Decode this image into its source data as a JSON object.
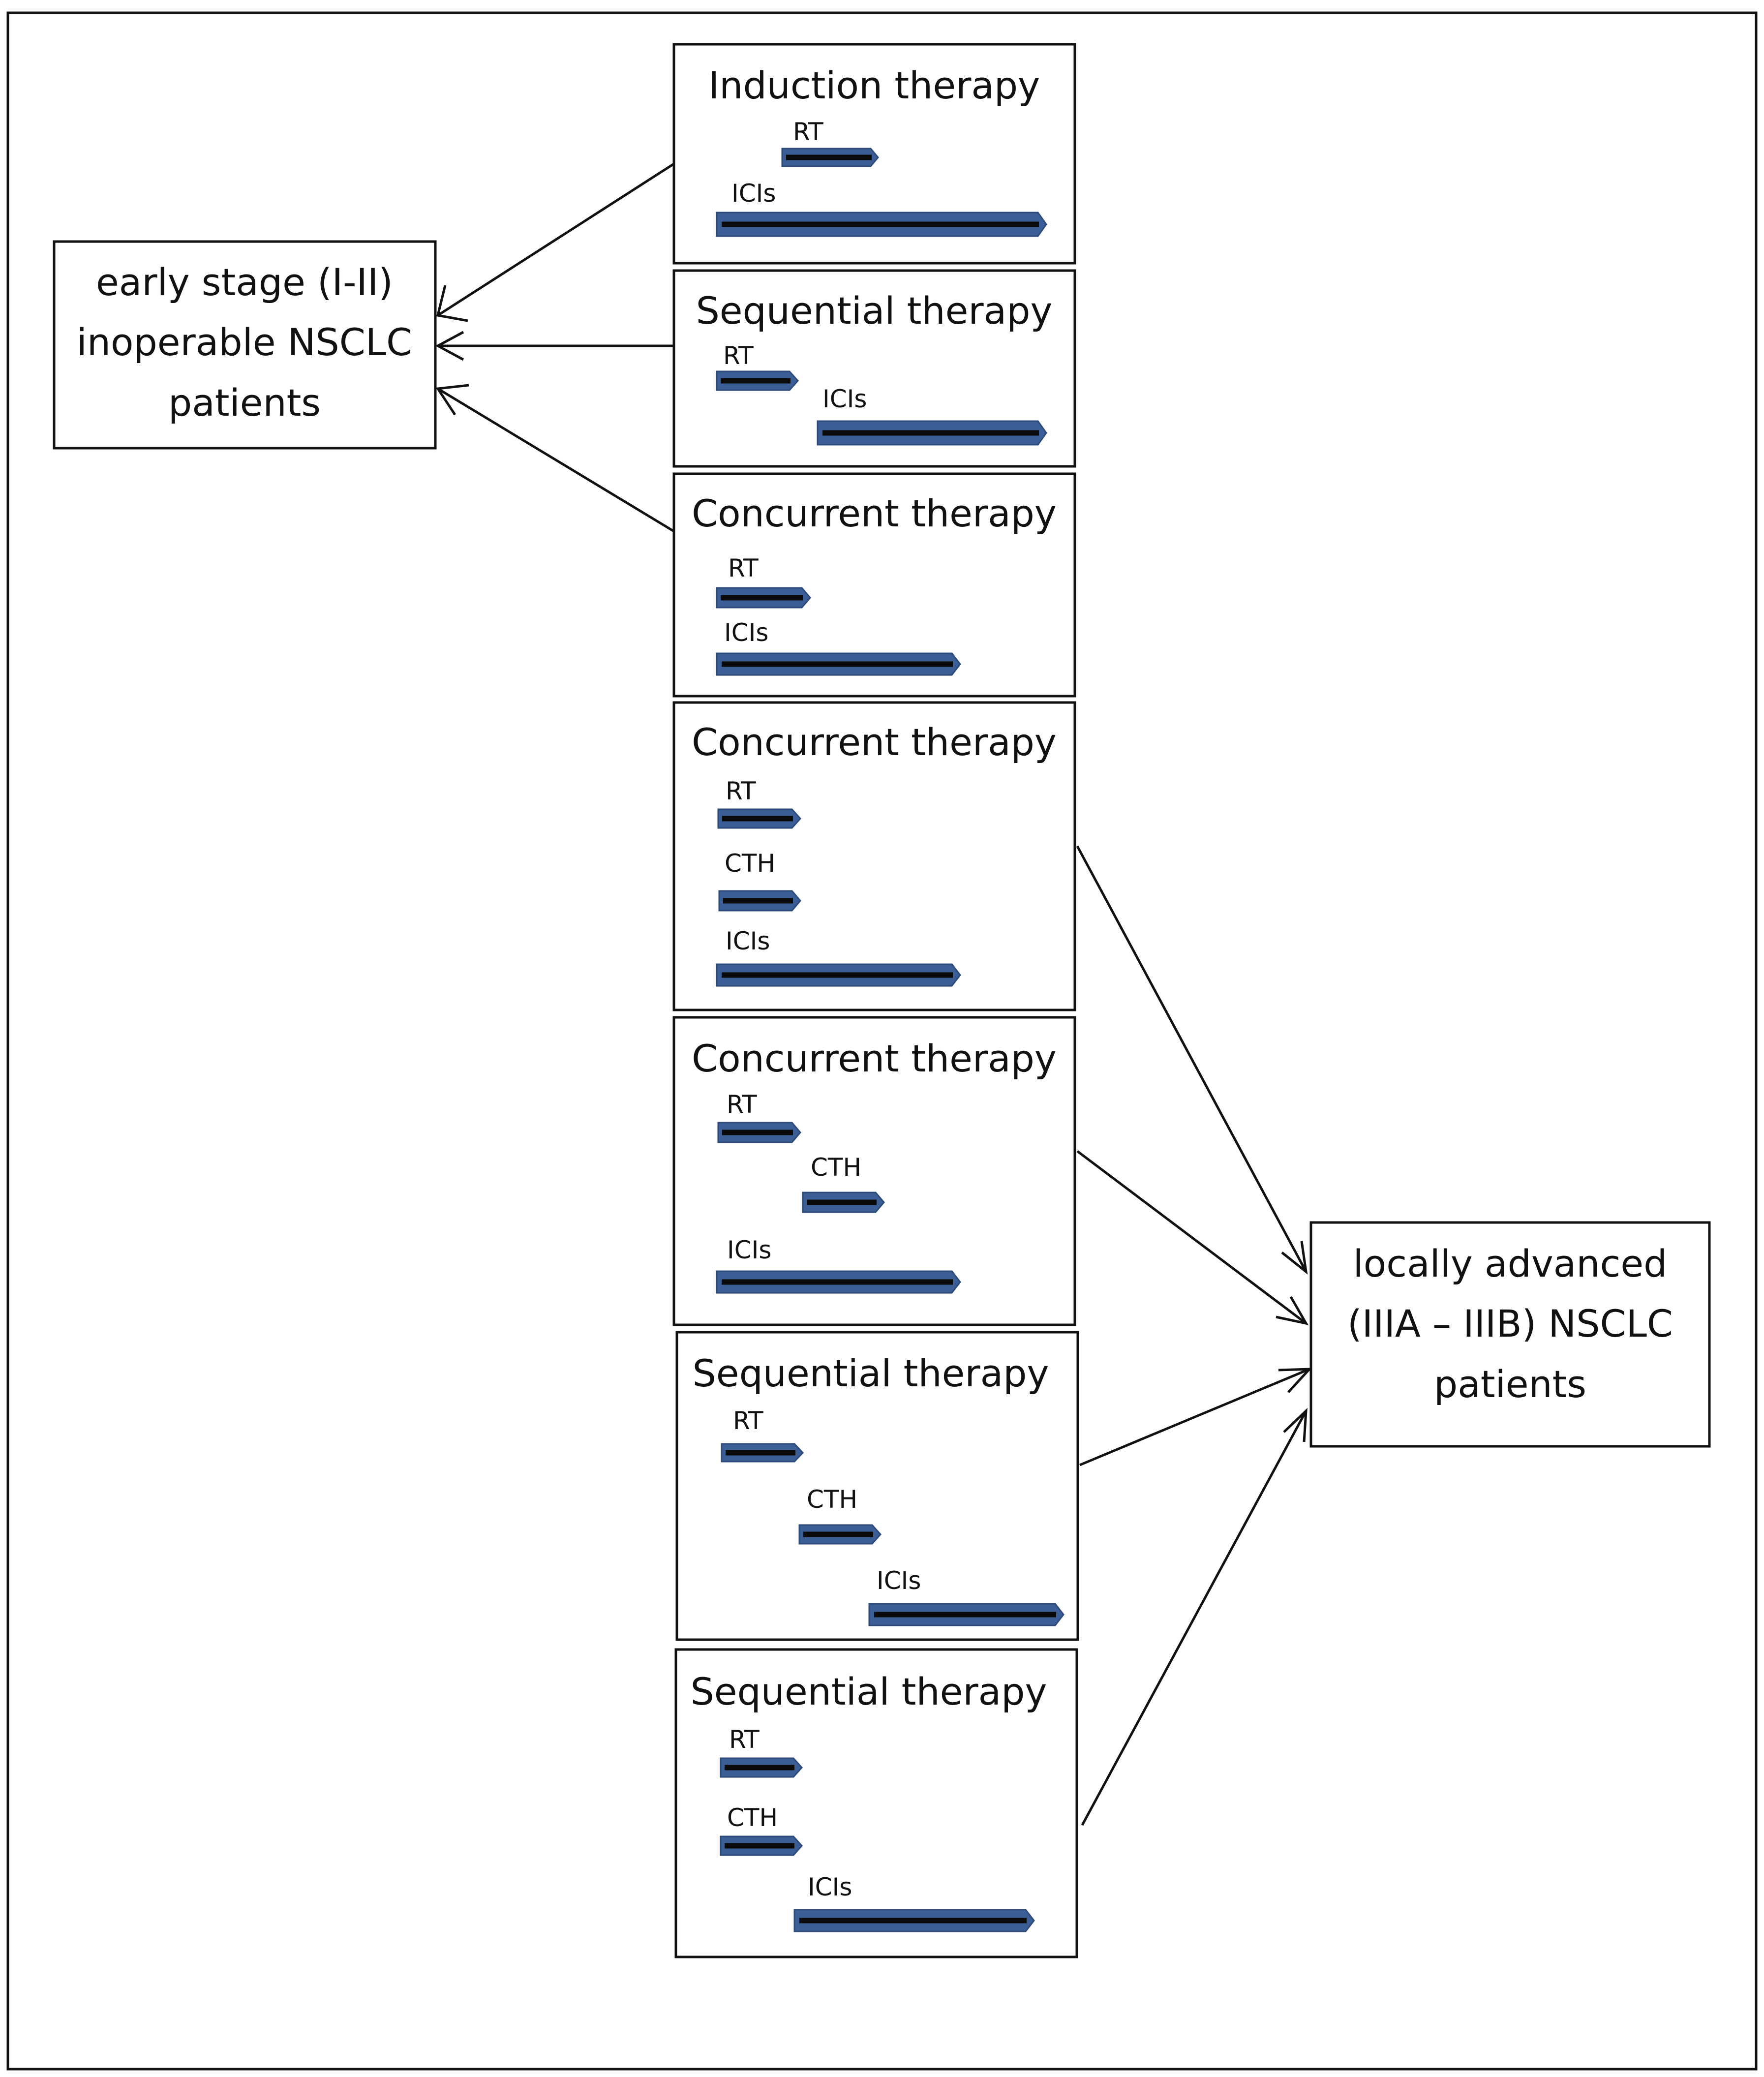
{
  "patients": {
    "early": {
      "lines": [
        "early stage (I-II)",
        "inoperable NSCLC",
        "patients"
      ]
    },
    "locally": {
      "lines": [
        "locally advanced",
        "(IIIA – IIIB) NSCLC",
        "patients"
      ]
    }
  },
  "therapies": [
    {
      "title": "Induction therapy",
      "group": "early",
      "bars": [
        {
          "label": "RT"
        },
        {
          "label": "ICIs"
        }
      ]
    },
    {
      "title": "Sequential therapy",
      "group": "early",
      "bars": [
        {
          "label": "RT"
        },
        {
          "label": "ICIs"
        }
      ]
    },
    {
      "title": "Concurrent therapy",
      "group": "early",
      "bars": [
        {
          "label": "RT"
        },
        {
          "label": "ICIs"
        }
      ]
    },
    {
      "title": "Concurrent therapy",
      "group": "locally",
      "bars": [
        {
          "label": "RT"
        },
        {
          "label": "CTH"
        },
        {
          "label": "ICIs"
        }
      ]
    },
    {
      "title": "Concurrent therapy",
      "group": "locally",
      "bars": [
        {
          "label": "RT"
        },
        {
          "label": "CTH"
        },
        {
          "label": "ICIs"
        }
      ]
    },
    {
      "title": "Sequential therapy",
      "group": "locally",
      "bars": [
        {
          "label": "RT"
        },
        {
          "label": "CTH"
        },
        {
          "label": "ICIs"
        }
      ]
    },
    {
      "title": "Sequential therapy",
      "group": "locally",
      "bars": [
        {
          "label": "RT"
        },
        {
          "label": "CTH"
        },
        {
          "label": "ICIs"
        }
      ]
    }
  ],
  "colors": {
    "bar_fill": "#3b5e96",
    "bar_core": "#0a0a0a",
    "line": "#111111"
  }
}
